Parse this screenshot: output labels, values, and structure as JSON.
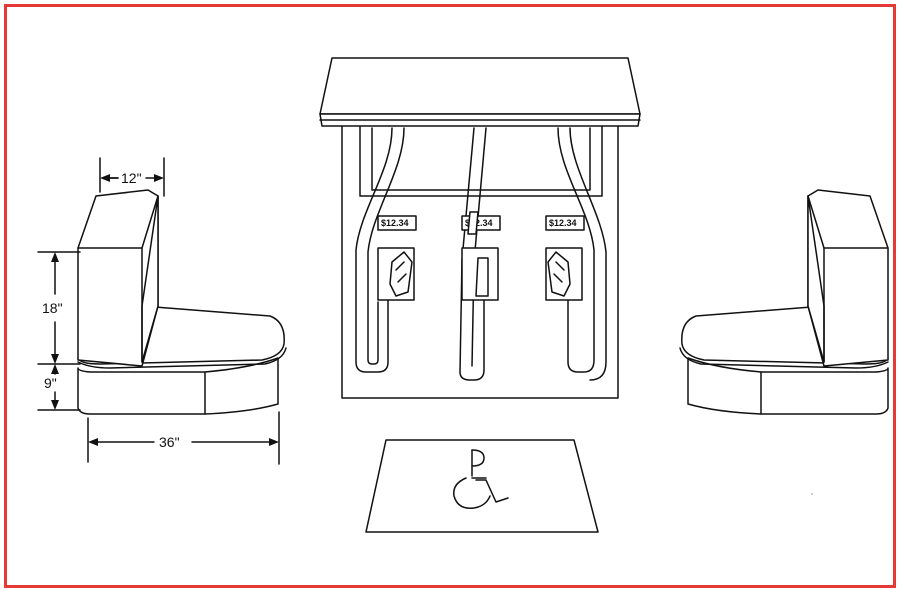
{
  "dimensions": {
    "seat_back_depth": "12\"",
    "seat_back_height": "18\"",
    "seat_base_height": "9\"",
    "seat_width": "36\""
  },
  "pump_displays": [
    "$12.34",
    "$12.34",
    "$12.34"
  ],
  "colors": {
    "frame": "#e53935",
    "ink": "#111111"
  },
  "icons": {
    "accessible_mat": "wheelchair-icon"
  }
}
